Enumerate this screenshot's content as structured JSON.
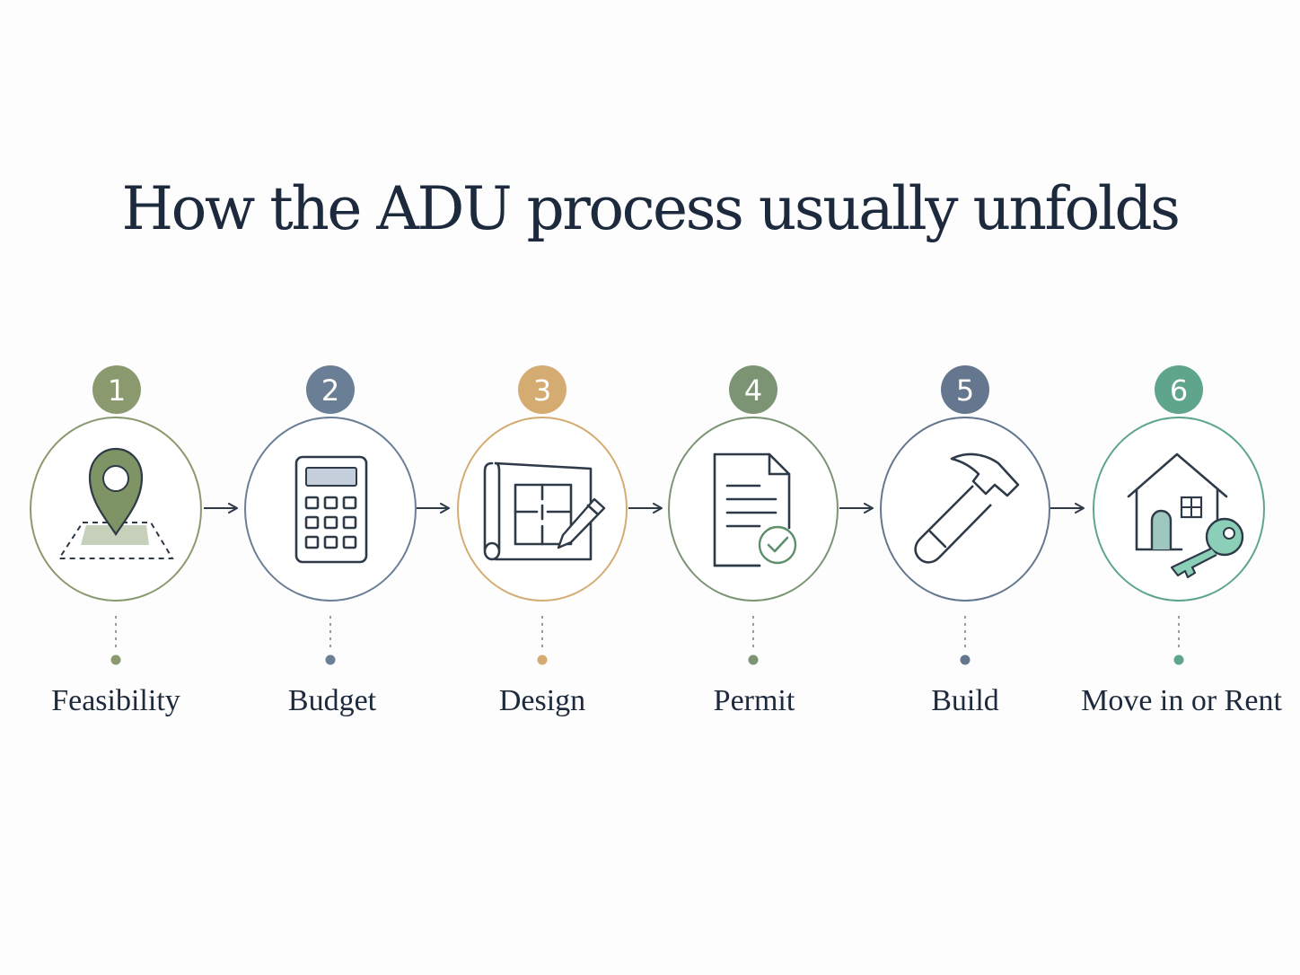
{
  "title": "How the ADU process usually unfolds",
  "colors": {
    "text": "#1d2a3d",
    "arrow": "#2e3a48",
    "icon_stroke": "#2e3a48"
  },
  "steps": [
    {
      "number": "1",
      "label": "Feasibility",
      "color": "#8a9a6e",
      "icon": "map-pin-icon"
    },
    {
      "number": "2",
      "label": "Budget",
      "color": "#6a7f96",
      "icon": "calculator-icon"
    },
    {
      "number": "3",
      "label": "Design",
      "color": "#d4ac72",
      "icon": "blueprint-icon"
    },
    {
      "number": "4",
      "label": "Permit",
      "color": "#7d9474",
      "icon": "document-check-icon"
    },
    {
      "number": "5",
      "label": "Build",
      "color": "#64778e",
      "icon": "hammer-icon"
    },
    {
      "number": "6",
      "label": "Move in or Rent",
      "color": "#5ea58c",
      "icon": "house-key-icon"
    }
  ]
}
